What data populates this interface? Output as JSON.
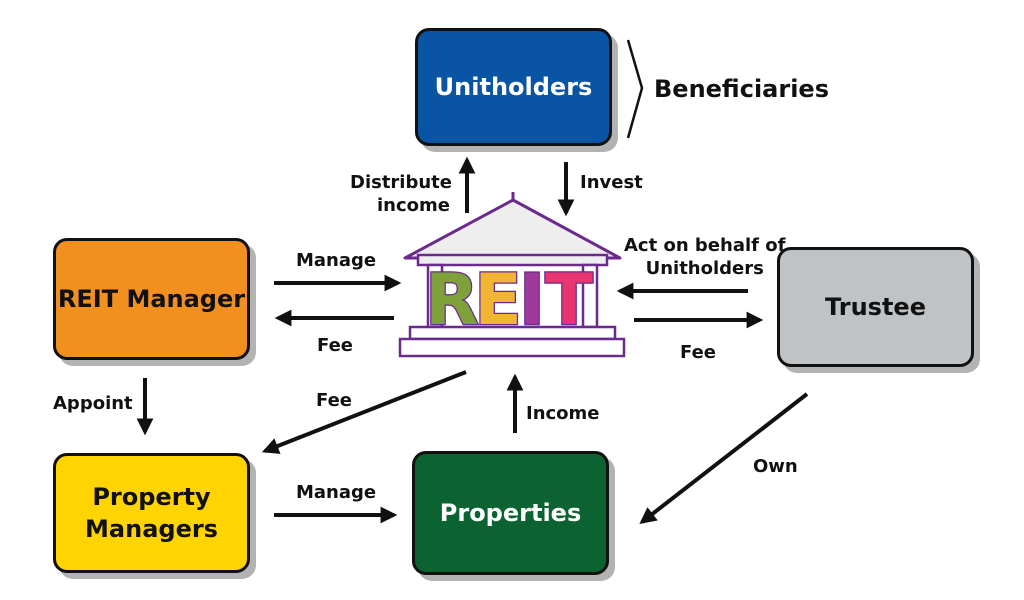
{
  "nodes": {
    "unitholders": "Unitholders",
    "reit_manager": "REIT Manager",
    "trustee": "Trustee",
    "property_managers_line1": "Property",
    "property_managers_line2": "Managers",
    "properties": "Properties"
  },
  "reit": {
    "letters": [
      "R",
      "E",
      "I",
      "T"
    ],
    "letter_colors": [
      "#7fa13a",
      "#f2b433",
      "#a0399a",
      "#e8356f"
    ],
    "roof_fill": "#eeeeee",
    "outline_color": "#6a2a8e"
  },
  "labels": {
    "beneficiaries": "Beneficiaries",
    "distribute_income_line1": "Distribute",
    "distribute_income_line2": "income",
    "invest": "Invest",
    "manage_top": "Manage",
    "fee_left": "Fee",
    "act_on_behalf_line1": "Act on behalf of",
    "act_on_behalf_line2": "Unitholders",
    "fee_right": "Fee",
    "appoint": "Appoint",
    "fee_diagonal": "Fee",
    "income": "Income",
    "own": "Own",
    "manage_bottom": "Manage"
  },
  "colors": {
    "unitholders": "#0a54a4",
    "reit_manager": "#f2901f",
    "trustee": "#c0c3c6",
    "property_managers": "#ffd400",
    "properties": "#0b6332"
  }
}
